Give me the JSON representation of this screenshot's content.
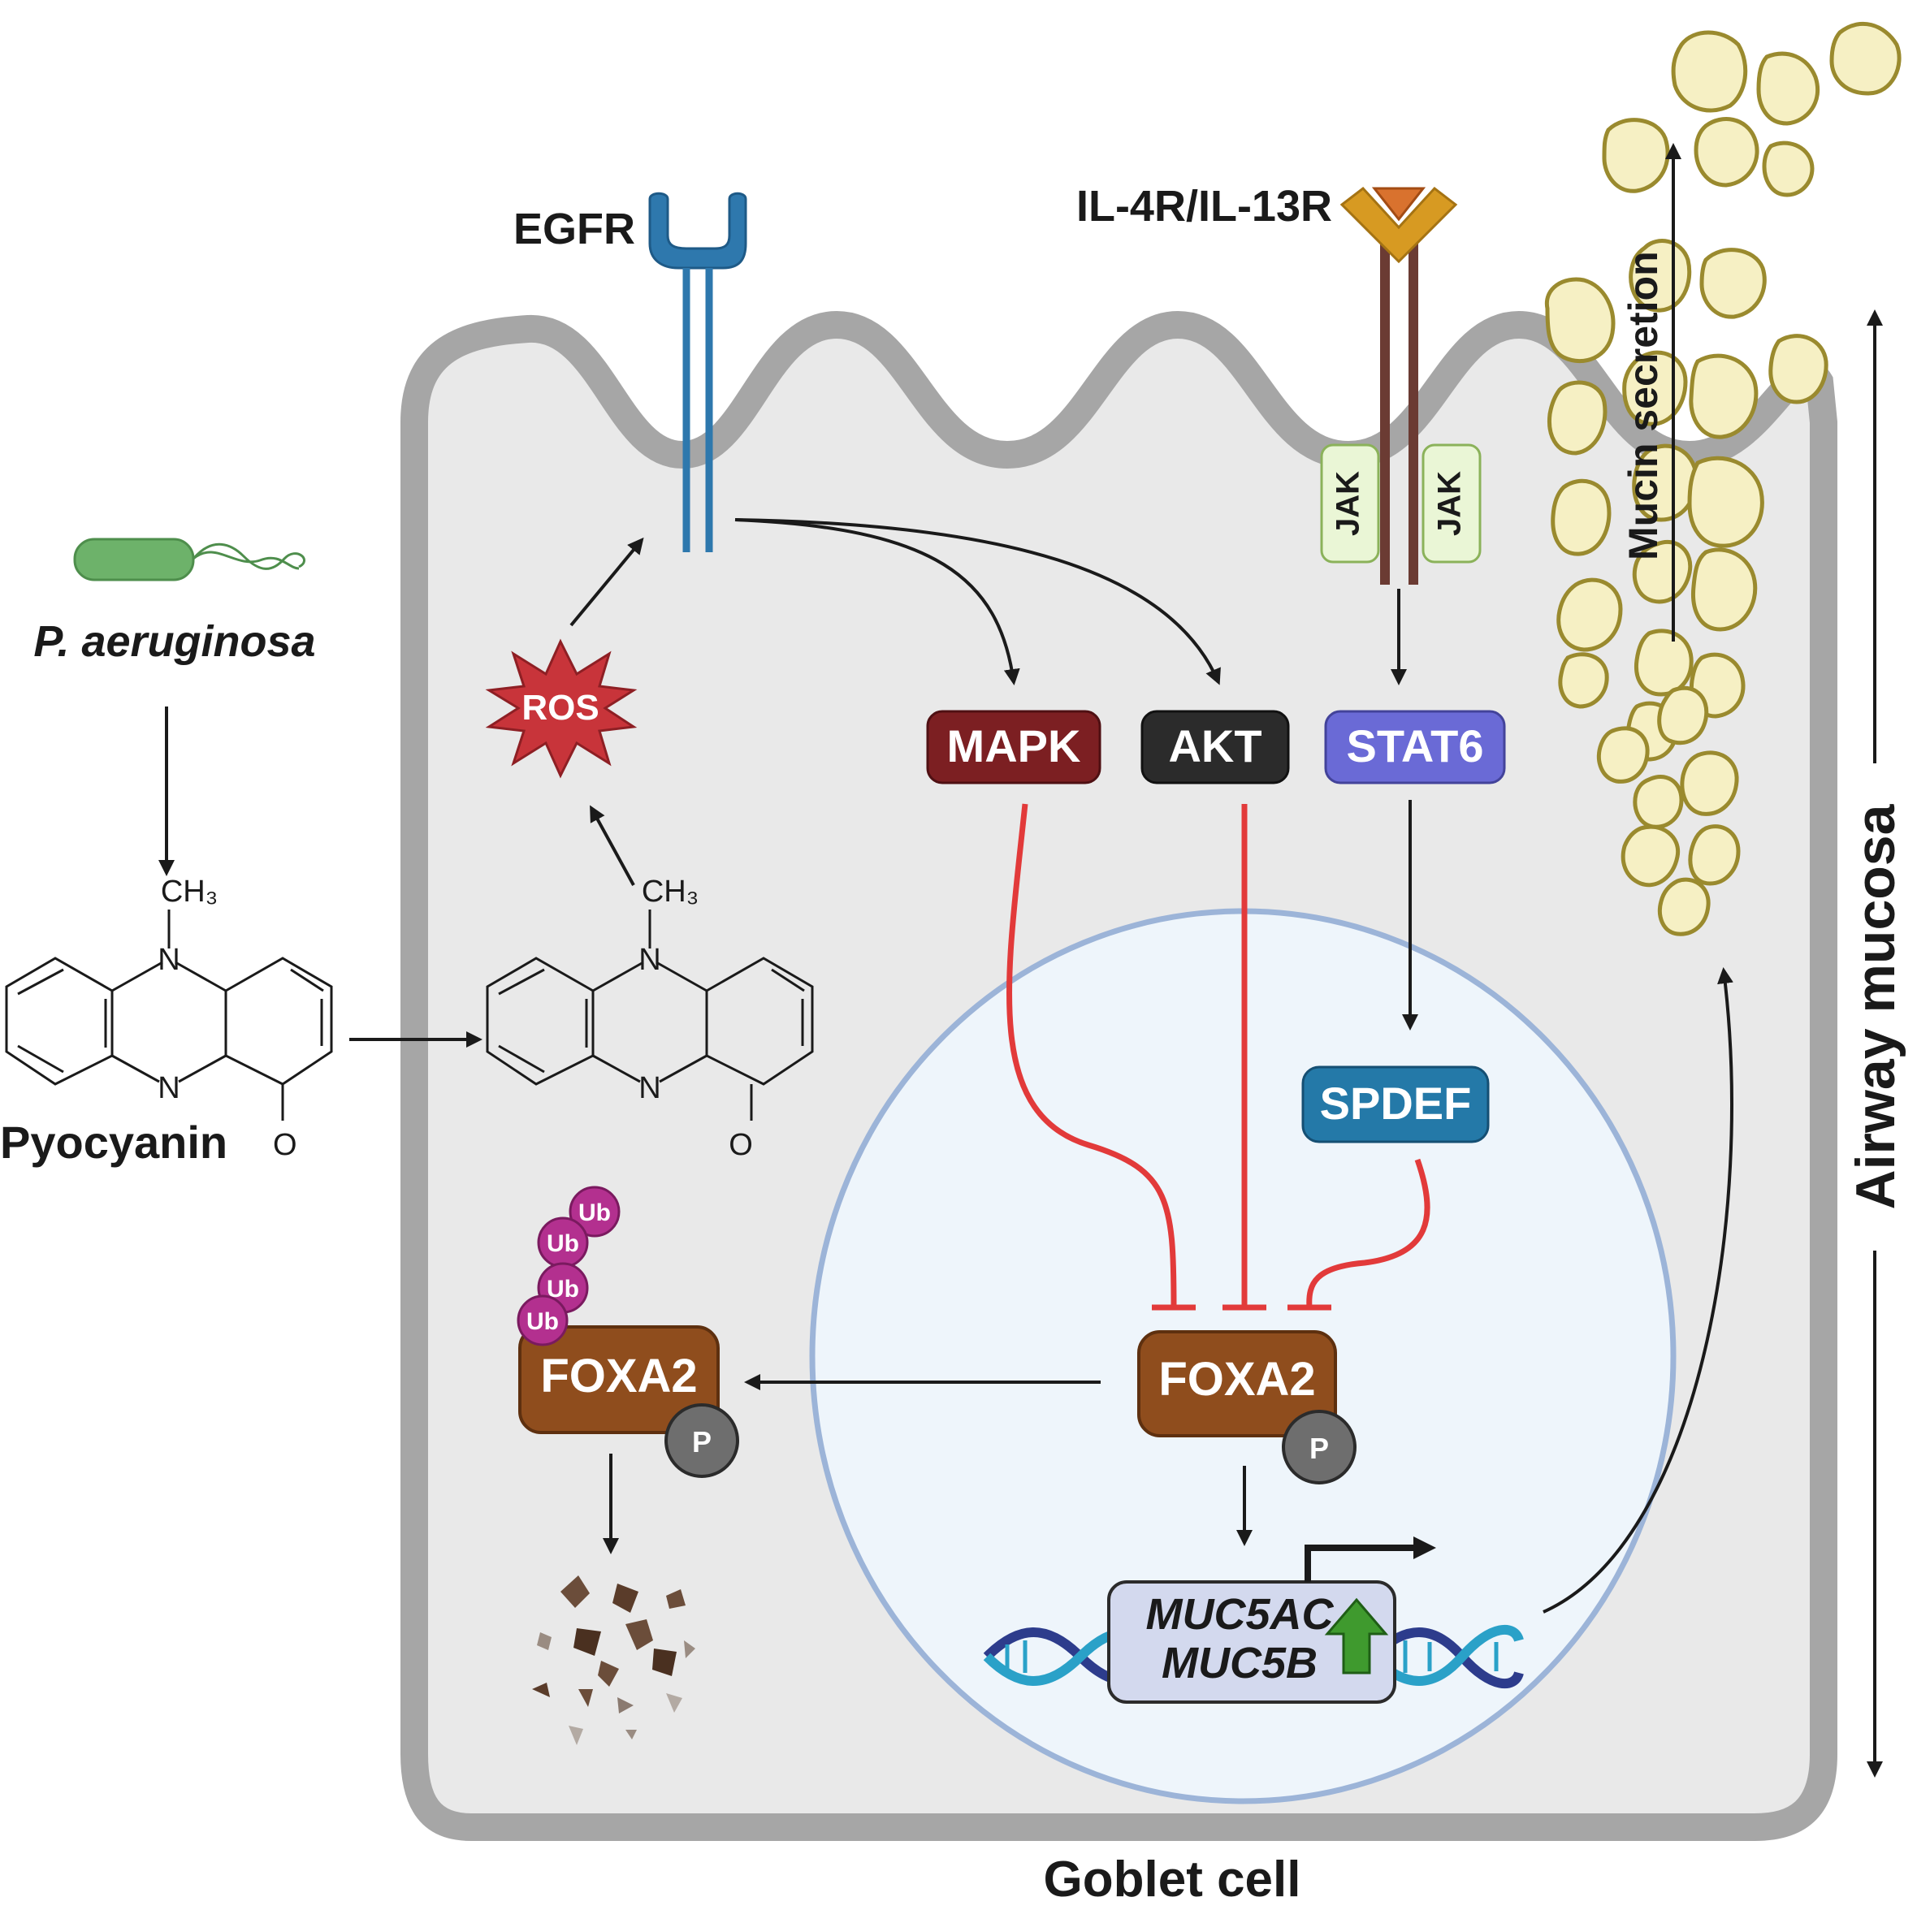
{
  "labels": {
    "bacterium": "P. aeruginosa",
    "pyocyanin": "Pyocyanin",
    "egfr": "EGFR",
    "il4r": "IL-4R/IL-13R",
    "jak": "JAK",
    "ros": "ROS",
    "mapk": "MAPK",
    "akt": "AKT",
    "stat6": "STAT6",
    "spdef": "SPDEF",
    "foxa2_nucleus": "FOXA2",
    "foxa2_cytoplasm": "FOXA2",
    "phospho": "P",
    "ubiquitin": "Ub",
    "gene1": "MUC5AC",
    "gene2": "MUC5B",
    "mucin_secretion": "Mucin secretion",
    "airway_mucosa": "Airway mucosa",
    "goblet_cell": "Goblet cell",
    "ch3": "CH₃",
    "atom_n": "N",
    "atom_o": "O"
  },
  "colors": {
    "membrane": "#a6a6a6",
    "cytoplasm": "#e9e9e9",
    "nucleus_fill": "#eef5fb",
    "nucleus_border": "#9cb4d8",
    "egfr": "#2e78ad",
    "il_receptor": "#d79a22",
    "il_ligand": "#d9722e",
    "il_stalk": "#6b3b33",
    "jak_fill": "#eaf6d6",
    "jak_border": "#8bb25a",
    "ros": "#c8343a",
    "mapk": "#7c1f22",
    "akt": "#2b2b2b",
    "stat6": "#6a6ad6",
    "spdef": "#2479a8",
    "foxa2": "#8f4d1d",
    "phospho": "#6e6e6e",
    "ubiquitin": "#b3308f",
    "inhibition": "#e23a3a",
    "mucin_fill": "#f6f0c4",
    "mucin_border": "#9a8a2e",
    "gene_box": "#d3d9ee",
    "up_arrow": "#3f9a2e",
    "bacterium": "#6db26a",
    "debris": "#6b4d3a"
  }
}
